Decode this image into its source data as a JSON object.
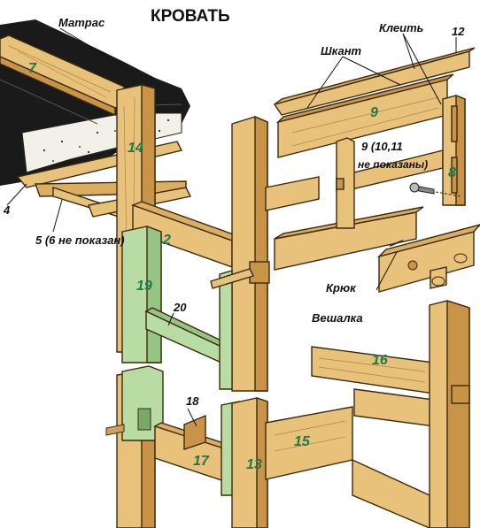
{
  "title": "КРОВАТЬ",
  "labels": {
    "mattress": "Матрас",
    "dowel": "Шкант",
    "glue": "Клеить",
    "hook": "Крюк",
    "hanger": "Вешалка",
    "part9": "9 (10,11",
    "part9_note": "не показаны)",
    "part5": "5 (6 не показан)"
  },
  "parts": {
    "p2": "2",
    "p4": "4",
    "p7": "7",
    "p8": "8",
    "p9": "9",
    "p12": "12",
    "p13": "13",
    "p14": "14",
    "p15": "15",
    "p16": "16",
    "p17": "17",
    "p18": "18",
    "p19": "19",
    "p20": "20"
  },
  "colors": {
    "wood": "#e8c27a",
    "green_part": "#b9dca4",
    "mattress": "#1a1a1a",
    "part_number": "#1c7a4a"
  }
}
